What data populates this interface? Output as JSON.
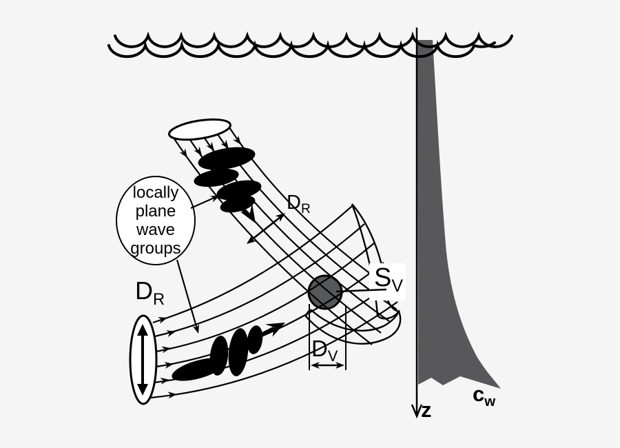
{
  "figure": {
    "title_semantics": "acoustic scattering geometry: two crossing ray tubes of locally plane wave groups, scattering volume, water surface and sound speed profile",
    "colors": {
      "background": "#f5f5f5",
      "ink": "#000000",
      "profile_fill": "#58585a",
      "volume_fill": "#555759",
      "cap_fill": "#ffffff"
    }
  },
  "callout": {
    "lines": [
      "locally",
      "plane",
      "wave",
      "groups"
    ]
  },
  "labels": {
    "ray_diameter_upper": {
      "main": "D",
      "sub": "R"
    },
    "ray_diameter_lower": {
      "main": "D",
      "sub": "R"
    },
    "scattering_volume": {
      "main": "S",
      "sub": "V"
    },
    "overlap_diameter": {
      "main": "D",
      "sub": "V"
    },
    "depth_axis": "z",
    "sound_speed_profile": {
      "main": "c",
      "sub": "w"
    }
  }
}
